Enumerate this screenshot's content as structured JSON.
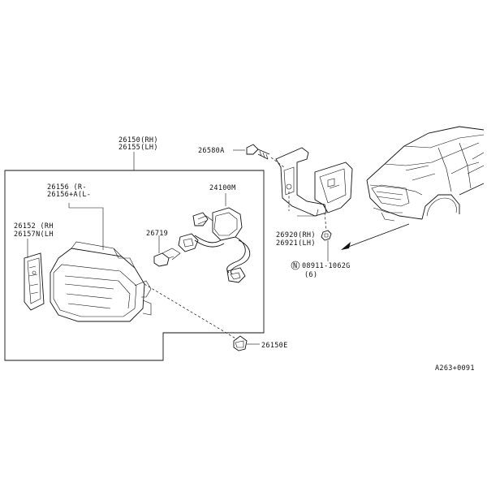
{
  "labels": {
    "housing_rh": "26150(RH)",
    "housing_lh": "26155(LH)",
    "lens_rh": "26156  (R-",
    "lens_lh": "26156+A(L-",
    "bracket_side_rh": "26152 (RH",
    "bracket_side_lh": "26157N(LH",
    "bulb": "26719",
    "harness": "24100M",
    "bolt_top": "26580A",
    "bracket_rh": "26920(RH)",
    "bracket_lh": "26921(LH)",
    "nut_part": "08911-1062G",
    "nut_qty": "(6)",
    "nut_symbol": "N",
    "screw": "26150E",
    "diagram_code": "A263+0091"
  },
  "colors": {
    "line": "#111111",
    "background": "#ffffff"
  }
}
